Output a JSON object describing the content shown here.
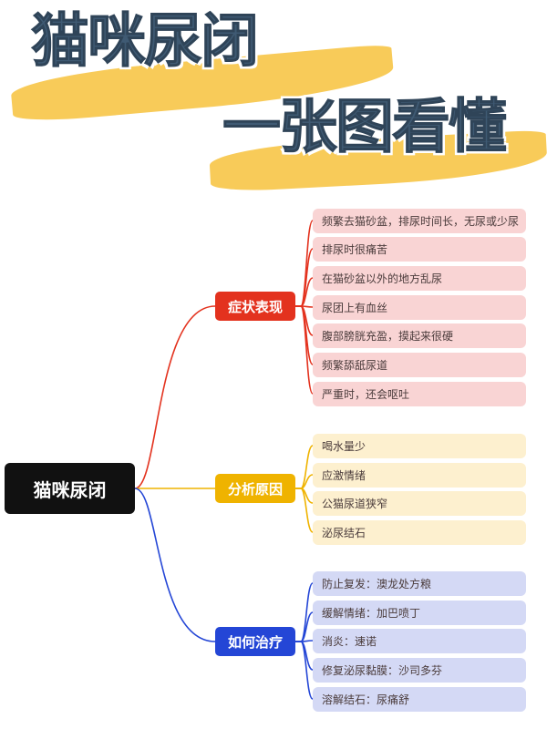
{
  "header": {
    "title_line1": "猫咪尿闭",
    "title_line2": "一张图看懂"
  },
  "colors": {
    "title": "#3f5a73",
    "brush": "#f7c23c",
    "root": "#111111",
    "red": "#e3321e",
    "yellow": "#efb300",
    "blue": "#2446d6",
    "red_leaf": "#f9d4d4",
    "yellow_leaf": "#fdf0cf",
    "blue_leaf": "#d4d9f5"
  },
  "root": {
    "label": "猫咪尿闭"
  },
  "branches": [
    {
      "label": "症状表现",
      "color": "#e3321e",
      "leaf_color": "#f9d4d4",
      "leaves": [
        "频繁去猫砂盆，排尿时间长，无尿或少尿",
        "排尿时很痛苦",
        "在猫砂盆以外的地方乱尿",
        "尿团上有血丝",
        "腹部膀胱充盈，摸起来很硬",
        "频繁舔舐尿道",
        "严重时，还会呕吐"
      ]
    },
    {
      "label": "分析原因",
      "color": "#efb300",
      "leaf_color": "#fdf0cf",
      "leaves": [
        "喝水量少",
        "应激情绪",
        "公猫尿道狭窄",
        "泌尿结石"
      ]
    },
    {
      "label": "如何治疗",
      "color": "#2446d6",
      "leaf_color": "#d4d9f5",
      "leaves": [
        "防止复发：澳龙处方粮",
        "缓解情绪：加巴喷丁",
        "消炎：速诺",
        "修复泌尿黏膜：沙司多芬",
        "溶解结石：尿痛舒"
      ]
    }
  ]
}
